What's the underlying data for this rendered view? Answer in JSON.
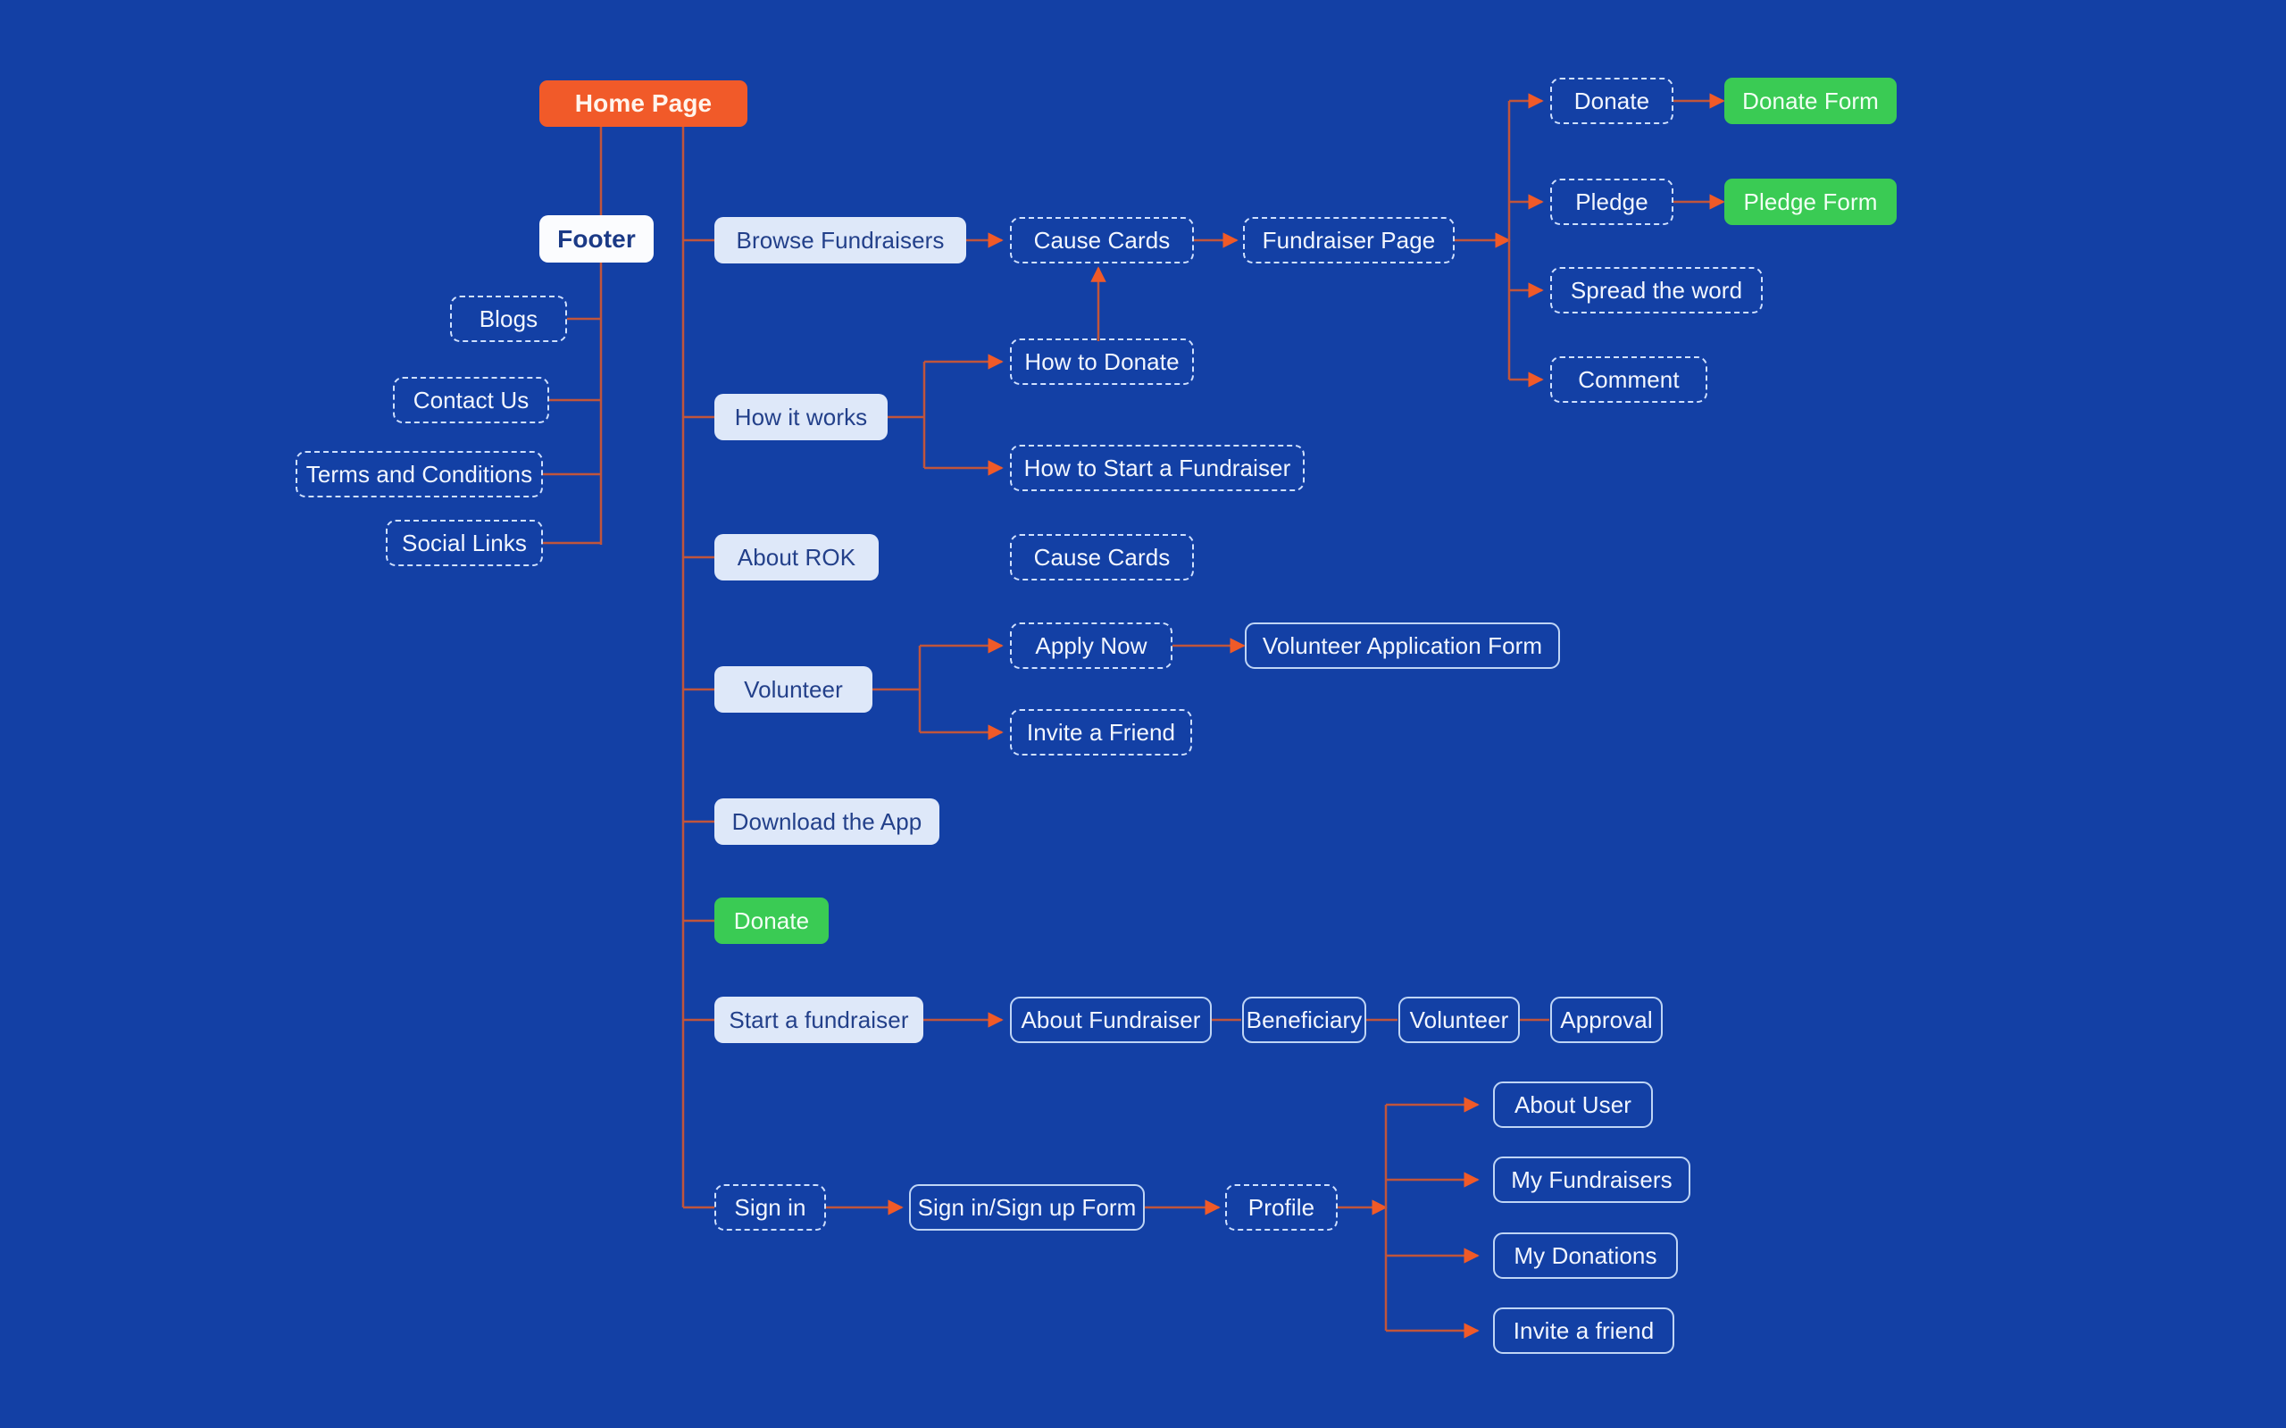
{
  "meta": {
    "title": "ROK Website Sitemap Flow Diagram",
    "background_color": "#1340A5",
    "connector_color": "#C0553C",
    "arrow_color": "#F05A28"
  },
  "palette": {
    "root_orange": "#F15A29",
    "white_node": "#FBFCFE",
    "light_blue_node": "#DEE8F9",
    "green_cta": "#3ACB54",
    "dashed_border": "#CFE0FF",
    "solid_border": "#BFD5F5",
    "dark_text": "#23408A",
    "light_text": "#F2F6FF"
  },
  "nodes": {
    "root": {
      "label": "Home Page",
      "style": "root-orange"
    },
    "footer": {
      "label": "Footer",
      "style": "white"
    },
    "footer_links": [
      {
        "label": "Blogs",
        "style": "dashed"
      },
      {
        "label": "Contact Us",
        "style": "dashed"
      },
      {
        "label": "Terms and Conditions",
        "style": "dashed"
      },
      {
        "label": "Social Links",
        "style": "dashed"
      }
    ],
    "primary_nav": [
      {
        "label": "Browse Fundraisers",
        "style": "light-blue"
      },
      {
        "label": "How it works",
        "style": "light-blue"
      },
      {
        "label": "About ROK",
        "style": "light-blue"
      },
      {
        "label": "Volunteer",
        "style": "light-blue"
      },
      {
        "label": "Download the App",
        "style": "light-blue"
      },
      {
        "label": "Donate",
        "style": "green"
      },
      {
        "label": "Start a fundraiser",
        "style": "light-blue"
      },
      {
        "label": "Sign in",
        "style": "dashed"
      }
    ],
    "browse_flow": [
      {
        "label": "Cause Cards",
        "style": "dashed"
      },
      {
        "label": "Fundraiser Page",
        "style": "dashed"
      }
    ],
    "fundraiser_actions": [
      {
        "label": "Donate",
        "style": "dashed"
      },
      {
        "label": "Pledge",
        "style": "dashed"
      },
      {
        "label": "Spread the word",
        "style": "dashed"
      },
      {
        "label": "Comment",
        "style": "dashed"
      }
    ],
    "forms": [
      {
        "label": "Donate Form",
        "style": "green"
      },
      {
        "label": "Pledge Form",
        "style": "green"
      }
    ],
    "how_it_works_children": [
      {
        "label": "How to Donate",
        "style": "dashed"
      },
      {
        "label": "How to Start a Fundraiser",
        "style": "dashed"
      }
    ],
    "about_rok_children": [
      {
        "label": "Cause Cards",
        "style": "dashed"
      }
    ],
    "volunteer_children": [
      {
        "label": "Apply Now",
        "style": "dashed"
      },
      {
        "label": "Invite a Friend",
        "style": "dashed"
      }
    ],
    "volunteer_form": {
      "label": "Volunteer Application Form",
      "style": "solid"
    },
    "start_fundraiser_steps": [
      {
        "label": "About Fundraiser",
        "style": "solid"
      },
      {
        "label": "Beneficiary",
        "style": "solid"
      },
      {
        "label": "Volunteer",
        "style": "solid"
      },
      {
        "label": "Approval",
        "style": "solid"
      }
    ],
    "signin_flow": [
      {
        "label": "Sign in/Sign up Form",
        "style": "solid"
      },
      {
        "label": "Profile",
        "style": "dashed"
      }
    ],
    "profile_children": [
      {
        "label": "About User",
        "style": "solid"
      },
      {
        "label": "My Fundraisers",
        "style": "solid"
      },
      {
        "label": "My Donations",
        "style": "solid"
      },
      {
        "label": "Invite a friend",
        "style": "solid"
      }
    ]
  }
}
